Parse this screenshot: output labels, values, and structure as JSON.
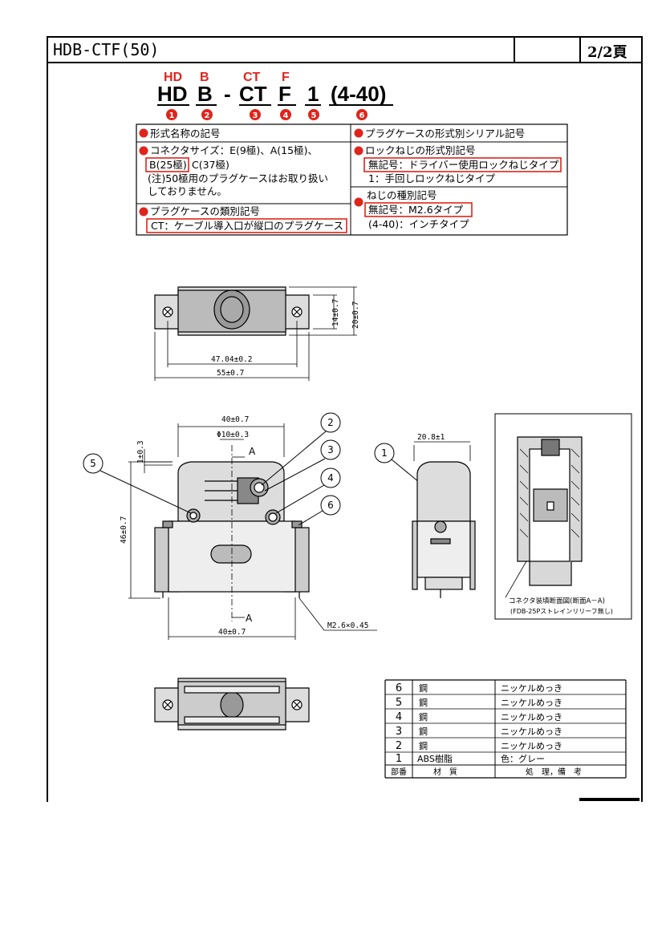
{
  "header": {
    "title": "HDB-CTF(50)",
    "page": "2/2頁"
  },
  "part_code": {
    "labels": [
      "HD",
      "B",
      "CT",
      "F"
    ],
    "segments": [
      "HD",
      "B",
      "-",
      "CT",
      "F",
      "1",
      "(4-40)"
    ],
    "markers": [
      "1",
      "2",
      "3",
      "4",
      "5",
      "6"
    ]
  },
  "legend": {
    "item1": "形式名称の記号",
    "item2_line1": "コネクタサイズ：E(9極)、A(15極)、",
    "item2_b": "B(25極)",
    "item2_c": "C(37極)",
    "item2_note1": "(注)50極用のプラグケースはお取り扱い",
    "item2_note2": "しておりません。",
    "item3": "プラグケースの類別記号",
    "item3_ct": "CT：ケーブル導入口が縦口のプラグケース",
    "item4": "プラグケースの形式別シリアル記号",
    "item5": "ロックねじの形式別記号",
    "item5_a": "無記号：ドライバー使用ロックねじタイプ",
    "item5_b": "1：手回しロックねじタイプ",
    "item6": "ねじの種別記号",
    "item6_a": "無記号：M2.6タイプ",
    "item6_b": "(4-40)：インチタイプ"
  },
  "dimensions": {
    "top_h1": "14±0.7",
    "top_h2": "20±0.7",
    "top_w1": "47.04±0.2",
    "top_w2": "55±0.7",
    "front_w": "40±0.7",
    "front_d": "Φ10±0.3",
    "front_t": "1±0.3",
    "front_h": "46±0.7",
    "front_bw": "40±0.7",
    "screw": "M2.6×0.45",
    "side_w": "20.8±1",
    "section_mark": "A"
  },
  "callouts": [
    "1",
    "2",
    "3",
    "4",
    "5",
    "6"
  ],
  "section": {
    "caption1": "コネクタ装填断面図(断面A－A)",
    "caption2": "(FDB-25Pストレインリリーフ無し)"
  },
  "parts_table": {
    "header": [
      "部番",
      "材　質",
      "処　理，備　考"
    ],
    "rows": [
      [
        "6",
        "鋼",
        "ニッケルめっき"
      ],
      [
        "5",
        "鋼",
        "ニッケルめっき"
      ],
      [
        "4",
        "鋼",
        "ニッケルめっき"
      ],
      [
        "3",
        "鋼",
        "ニッケルめっき"
      ],
      [
        "2",
        "鋼",
        "ニッケルめっき"
      ],
      [
        "1",
        "ABS樹脂",
        "色：グレー"
      ]
    ]
  },
  "colors": {
    "accent_red": "#e0241b",
    "ink": "#000000"
  }
}
